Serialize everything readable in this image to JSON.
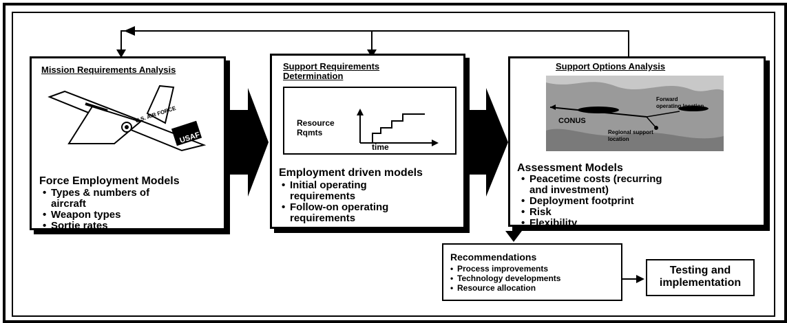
{
  "colors": {
    "ink": "#000000",
    "paper": "#ffffff",
    "map_fill": "#9a9a9a"
  },
  "mission": {
    "title": "Mission Requirements Analysis",
    "heading": "Force Employment Models",
    "items": [
      "Types & numbers of aircraft",
      "Weapon types",
      "Sortie rates"
    ],
    "aircraft_labels": {
      "usaf": "USAF",
      "air_force": "U.S. AIR FORCE"
    }
  },
  "support_req": {
    "title_line1": "Support Requirements",
    "title_line2": "Determination",
    "chart": {
      "ylabel_line1": "Resource",
      "ylabel_line2": "Rqmts",
      "xlabel": "time"
    },
    "heading": "Employment driven models",
    "items": [
      "Initial operating requirements",
      "Follow-on operating requirements"
    ]
  },
  "support_opt": {
    "title": "Support Options Analysis",
    "map_labels": {
      "conus": "CONUS",
      "forward": "Forward operating location",
      "regional": "Regional support location"
    },
    "heading": "Assessment  Models",
    "items": [
      "Peacetime costs (recurring and investment)",
      "Deployment footprint",
      "Risk",
      "Flexibility"
    ]
  },
  "recommendations": {
    "heading": "Recommendations",
    "items": [
      "Process improvements",
      "Technology developments",
      "Resource allocation"
    ]
  },
  "testing": {
    "line1": "Testing and",
    "line2": "implementation"
  }
}
